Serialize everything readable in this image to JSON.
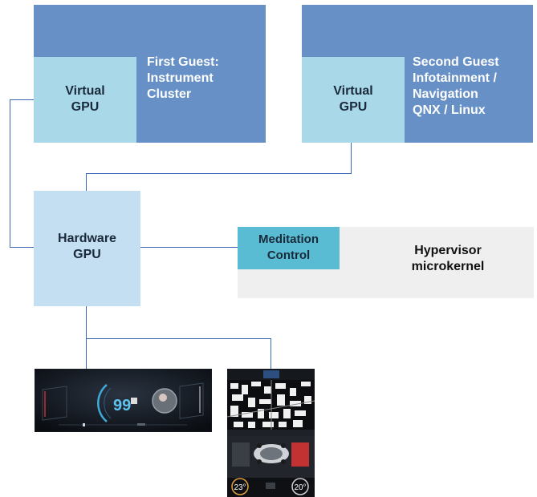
{
  "first_guest": {
    "title_line1": "First Guest:",
    "title_line2": "Instrument",
    "title_line3": "Cluster",
    "vgpu_line1": "Virtual",
    "vgpu_line2": "GPU"
  },
  "second_guest": {
    "title_line1": "Second Guest",
    "title_line2": "Infotainment /",
    "title_line3": "Navigation",
    "title_line4": "QNX / Linux",
    "vgpu_line1": "Virtual",
    "vgpu_line2": "GPU"
  },
  "hardware_gpu": {
    "line1": "Hardware",
    "line2": "GPU"
  },
  "meditation": {
    "line1": "Meditation",
    "line2": "Control"
  },
  "hypervisor": {
    "line1": "Hypervisor",
    "line2": "microkernel"
  },
  "cluster_screen": {
    "speed": "99"
  },
  "infotainment_screen": {
    "temp_left": "23°",
    "temp_right": "20°"
  },
  "colors": {
    "guest": "#6690c6",
    "virtual_gpu": "#a9d8e9",
    "hardware_gpu": "#c4def2",
    "hypervisor": "#efefef",
    "meditation": "#59bcd3",
    "connector": "#3a67b5"
  }
}
